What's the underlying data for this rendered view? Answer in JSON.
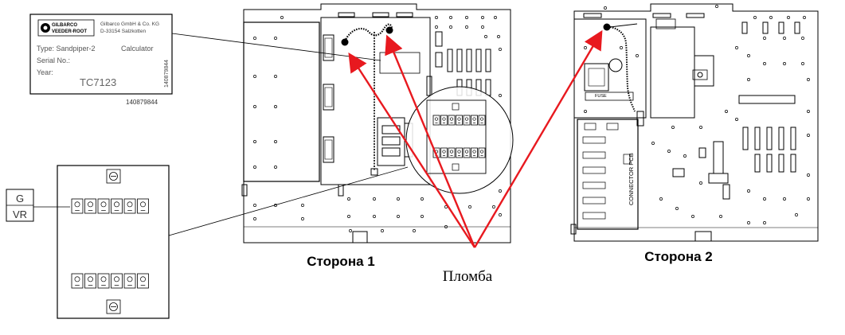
{
  "label_plate": {
    "brand_line1": "GILBARCO",
    "brand_line2": "VEEDER-ROOT",
    "company_line1": "Gilbarco GmbH & Co. KG",
    "company_line2": "D-33154 Salzkotten",
    "type_label": "Type: Sandpiper-2",
    "type_value": "Calculator",
    "serial_label": "Serial No.:",
    "year_label": "Year:",
    "handwritten": "TC7123",
    "side_number": "140879844",
    "bottom_number": "140879844"
  },
  "gvr_box": {
    "line1": "G",
    "line2": "VR"
  },
  "captions": {
    "side1": "Сторона 1",
    "side2": "Сторона 2",
    "seal": "Пломба"
  },
  "board_labels": {
    "fuse": "FUSE",
    "connector": "CONNECTOR PCB"
  },
  "colors": {
    "arrow": "#e8191f",
    "line": "#000000",
    "background": "#ffffff"
  }
}
